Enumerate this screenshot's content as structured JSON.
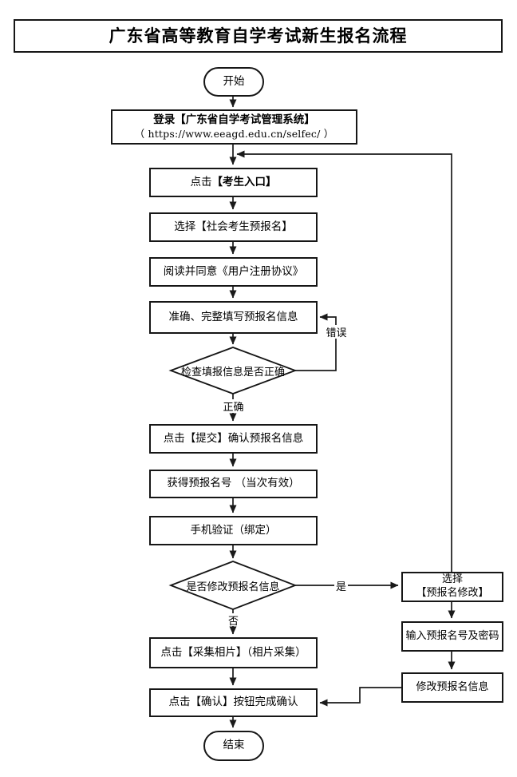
{
  "title": "广东省高等教育自学考试新生报名流程",
  "nodes": {
    "start": "开始",
    "login": {
      "line1": "登录【广东省自学考试管理系统】",
      "line2": "（ https://www.eeagd.edu.cn/selfec/ ）"
    },
    "entrance": {
      "prefix": "点击",
      "target": "【考生入口】"
    },
    "select_type": "选择【社会考生预报名】",
    "agreement": "阅读并同意《用户注册协议》",
    "fill_info": "准确、完整填写预报名信息",
    "check_decision": "检查填报信息是否正确",
    "submit": "点击【提交】确认预报名信息",
    "obtain_number": "获得预报名号 （当次有效）",
    "phone_verify": "手机验证（绑定）",
    "modify_decision": "是否修改预报名信息",
    "collect_photo": "点击【采集相片】（相片采集）",
    "confirm": "点击【确认】按钮完成确认",
    "end": "结束",
    "select_modify": {
      "line1": "选择",
      "line2": "【预报名修改】"
    },
    "input_credentials": "输入预报名号及密码",
    "modify_info": "修改预报名信息"
  },
  "branch_labels": {
    "error": "错误",
    "correct": "正确",
    "yes": "是",
    "no": "否"
  }
}
